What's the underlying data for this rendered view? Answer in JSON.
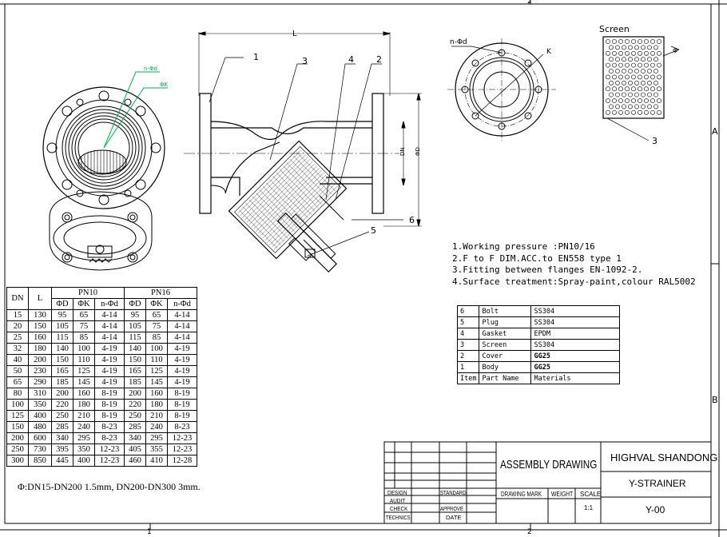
{
  "border_marks": {
    "top_2": "2",
    "bottom_1": "1",
    "bottom_2": "2",
    "right_a": "A",
    "right_b": "B"
  },
  "callouts": {
    "c1": "1",
    "c2": "2",
    "c3": "3",
    "c4": "4",
    "c5": "5",
    "c6": "6",
    "screen_3": "3"
  },
  "dimension_labels": {
    "L": "L",
    "DN": "DN",
    "phiD": "ΦD",
    "n_phid_flange": "n-Φd",
    "K_flange": "K",
    "n_phid_front": "n-Φd",
    "phiK_front": "ΦK",
    "screen_phi": "Φ"
  },
  "screen_title": "Screen",
  "notes": [
    "1.Working pressure :PN10/16",
    "2.F to F DIM.ACC.to EN558 type 1",
    "3.Fitting between flanges EN-1092-2.",
    "4.Surface treatment:Spray-paint,colour RAL5002"
  ],
  "parts_table": {
    "header": {
      "item": "Item",
      "part": "Part Name",
      "material": "Materials"
    },
    "rows": [
      {
        "item": "6",
        "part": "Bolt",
        "material": "SS304"
      },
      {
        "item": "5",
        "part": "Plug",
        "material": "SS304"
      },
      {
        "item": "4",
        "part": "Gasket",
        "material": "EPDM"
      },
      {
        "item": "3",
        "part": "Screen",
        "material": "SS304"
      },
      {
        "item": "2",
        "part": "Cover",
        "material": "GG25"
      },
      {
        "item": "1",
        "part": "Body",
        "material": "GG25"
      }
    ]
  },
  "dims_table": {
    "h_dn": "DN",
    "h_l": "L",
    "h_pn10": "PN10",
    "h_pn16": "PN16",
    "sub": [
      "ΦD",
      "ΦK",
      "n-Φd",
      "ΦD",
      "ΦK",
      "n-Φd"
    ],
    "rows": [
      [
        "15",
        "130",
        "95",
        "65",
        "4-14",
        "95",
        "65",
        "4-14"
      ],
      [
        "20",
        "150",
        "105",
        "75",
        "4-14",
        "105",
        "75",
        "4-14"
      ],
      [
        "25",
        "160",
        "115",
        "85",
        "4-14",
        "115",
        "85",
        "4-14"
      ],
      [
        "32",
        "180",
        "140",
        "100",
        "4-19",
        "140",
        "100",
        "4-19"
      ],
      [
        "40",
        "200",
        "150",
        "110",
        "4-19",
        "150",
        "110",
        "4-19"
      ],
      [
        "50",
        "230",
        "165",
        "125",
        "4-19",
        "165",
        "125",
        "4-19"
      ],
      [
        "65",
        "290",
        "185",
        "145",
        "4-19",
        "185",
        "145",
        "4-19"
      ],
      [
        "80",
        "310",
        "200",
        "160",
        "8-19",
        "200",
        "160",
        "8-19"
      ],
      [
        "100",
        "350",
        "220",
        "180",
        "8-19",
        "220",
        "180",
        "8-19"
      ],
      [
        "125",
        "400",
        "250",
        "210",
        "8-19",
        "250",
        "210",
        "8-19"
      ],
      [
        "150",
        "480",
        "285",
        "240",
        "8-23",
        "285",
        "240",
        "8-23"
      ],
      [
        "200",
        "600",
        "340",
        "295",
        "8-23",
        "340",
        "295",
        "12-23"
      ],
      [
        "250",
        "730",
        "395",
        "350",
        "12-23",
        "405",
        "355",
        "12-23"
      ],
      [
        "300",
        "850",
        "445",
        "400",
        "12-23",
        "460",
        "410",
        "12-28"
      ]
    ]
  },
  "screen_note": "Φ:DN15-DN200 1.5mm, DN200-DN300 3mm.",
  "title_block": {
    "drawing_title": "ASSEMBLY DRAWING",
    "company": "HIGHVAL SHANDONG",
    "product": "Y-STRAINER",
    "code": "Y-00",
    "drawing_mark": "DRAWING MARK",
    "weight": "WEIGHT",
    "scale": "SCALE",
    "scale_value": "1:1",
    "design": "DESIGN",
    "audit": "AUDIT",
    "check": "CHECK",
    "technics": "TECHNICS",
    "standard": "STANDARD",
    "approve": "APPROVE",
    "date": "DATE"
  },
  "colors": {
    "ink": "#000000",
    "leader_green": "#00b050"
  }
}
